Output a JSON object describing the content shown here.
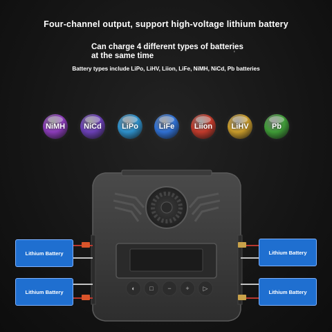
{
  "headline": "Four-channel output, support high-voltage lithium battery",
  "subheadline": "Can charge 4 different types of batteries at the same time",
  "subheadline_mark": "'",
  "battery_types_line": "Battery types include LiPo, LiHV, Liion, LiFe, NiMH, NiCd, Pb batteries",
  "battery_orbs": [
    {
      "label": "NiMH",
      "color": "#8a3bb8"
    },
    {
      "label": "NiCd",
      "color": "#6a3fb5"
    },
    {
      "label": "LiPo",
      "color": "#2d8fc9"
    },
    {
      "label": "LiFe",
      "color": "#2f6fd1"
    },
    {
      "label": "Liion",
      "color": "#c03a2b"
    },
    {
      "label": "LiHV",
      "color": "#c79a2a"
    },
    {
      "label": "Pb",
      "color": "#3e9a36"
    }
  ],
  "batteries": [
    {
      "label": "Lithium Battery"
    },
    {
      "label": "Lithium Battery"
    },
    {
      "label": "Lithium Battery"
    },
    {
      "label": "Lithium Battery"
    }
  ],
  "control_button_icons": [
    "vol-icon",
    "square-icon",
    "minus-icon",
    "plus-icon",
    "play-icon"
  ],
  "colors": {
    "battery_blue": "#1f6fd0",
    "charger_body": "#3a3a3a",
    "screen": "#222222"
  }
}
